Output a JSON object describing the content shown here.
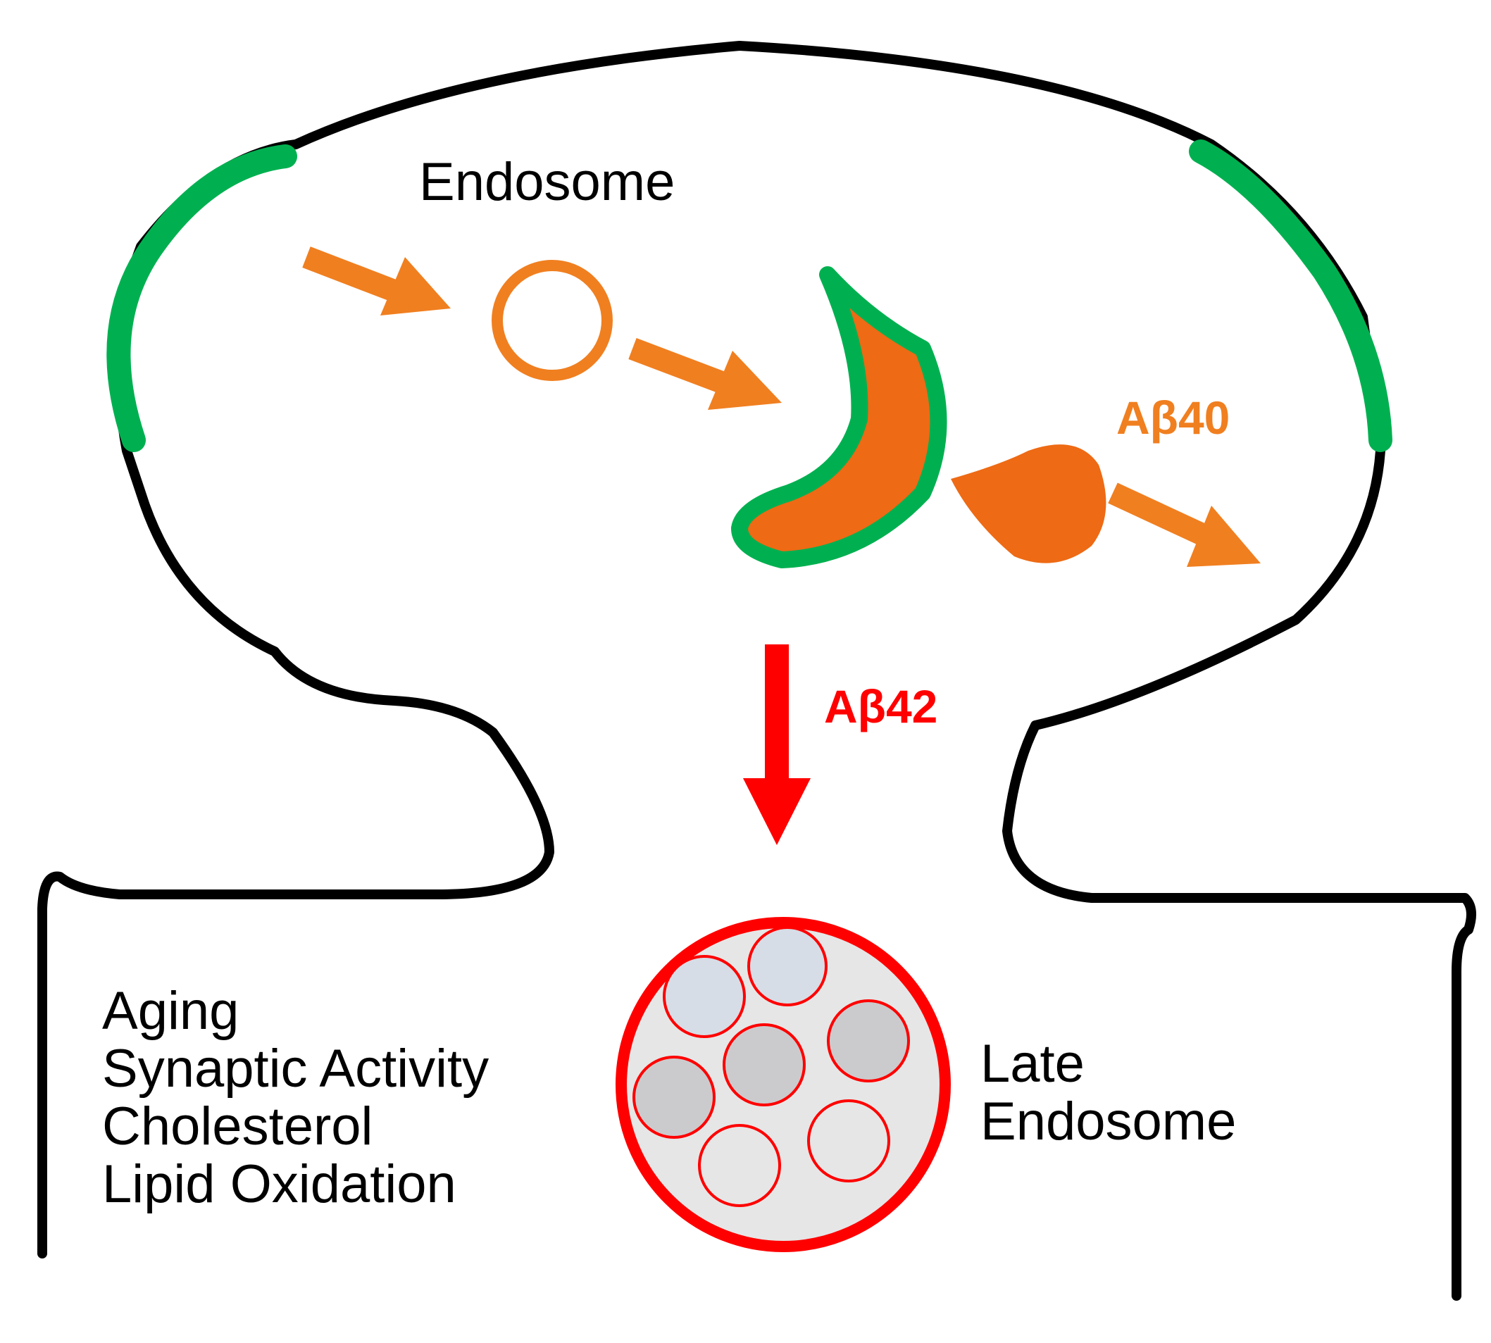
{
  "colors": {
    "membrane": "#000000",
    "membrane_domain": "#00b050",
    "endosome": "#ee6a14",
    "abeta40": "#f07f20",
    "abeta42": "#ff0000",
    "late_endosome_fill": "#e6e6e6",
    "vesicle_light": "#d6dde6",
    "vesicle_mid": "#cbcbcd"
  },
  "labels": {
    "endosome": "Endosome",
    "abeta40": "Aβ40",
    "abeta42": "Aβ42",
    "late_endosome_line1": "Late",
    "late_endosome_line2": "Endosome"
  },
  "factors": [
    "Aging",
    "Synaptic Activity",
    "Cholesterol",
    "Lipid Oxidation"
  ],
  "icons": {
    "flow_arrow": "arrow-icon",
    "early_vesicle": "circle-icon",
    "droplet": "droplet-icon"
  }
}
